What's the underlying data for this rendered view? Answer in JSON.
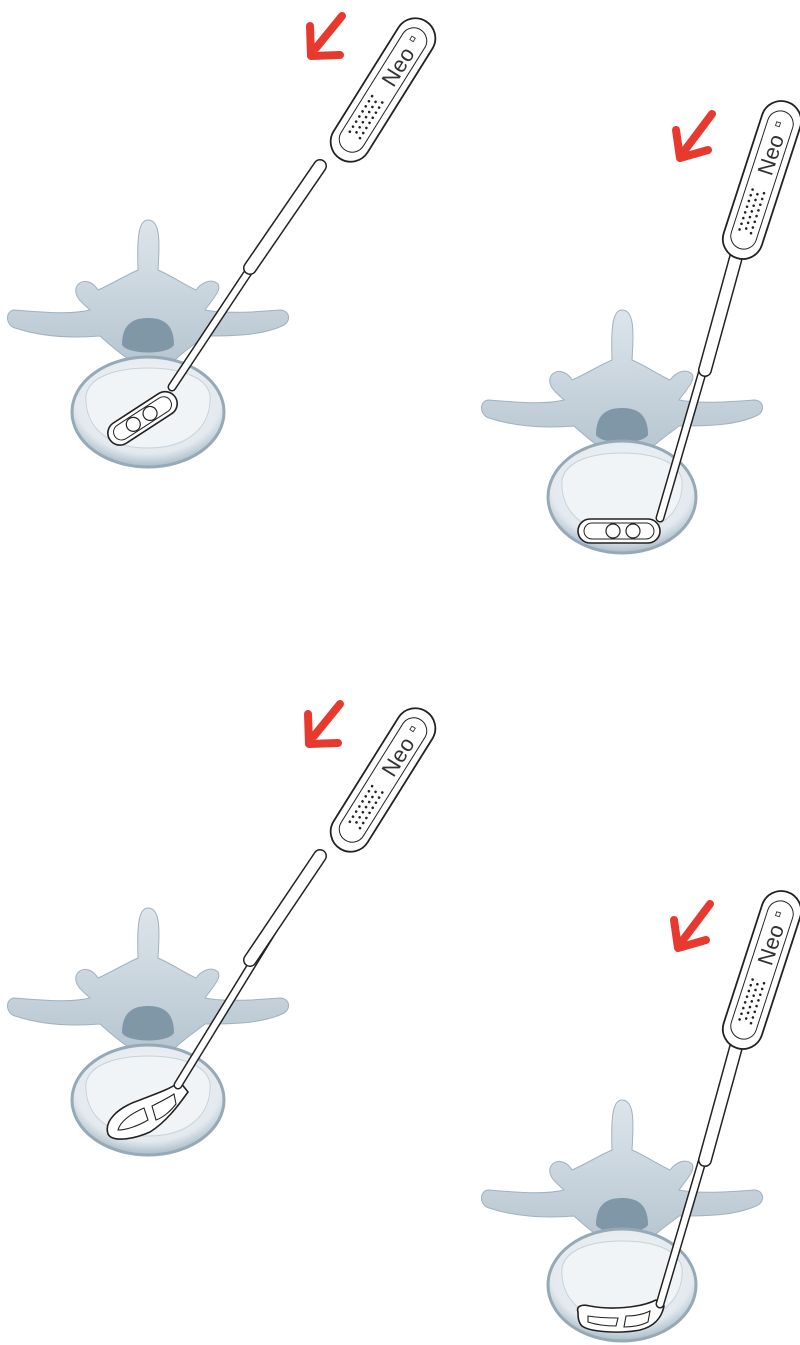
{
  "figure": {
    "panels": [
      {
        "id": "panel-1",
        "implant": "straight-implant",
        "trial_position": "oblique-mid"
      },
      {
        "id": "panel-2",
        "implant": "straight-implant",
        "trial_position": "anterior"
      },
      {
        "id": "panel-3",
        "implant": "curved-implant",
        "trial_position": "oblique-mid"
      },
      {
        "id": "panel-4",
        "implant": "curved-implant",
        "trial_position": "anterior"
      }
    ],
    "instrument_brand": "Neo",
    "colors": {
      "arrow": "#e8392e",
      "vertebra_fill": "#c9d6df",
      "vertebra_shadow": "#8fa3b1",
      "disc_fill": "#eef2f5",
      "canal": "#7f97a6",
      "outline": "#222222",
      "instrument_fill": "#ffffff"
    },
    "icons": [
      "arrow-icon",
      "vertebra-icon",
      "inserter-instrument-icon"
    ]
  }
}
